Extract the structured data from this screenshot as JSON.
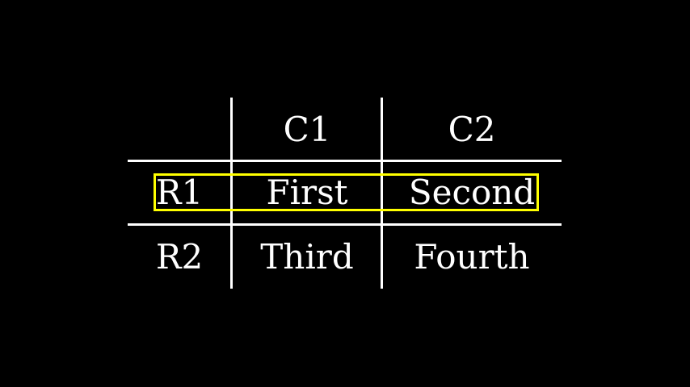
{
  "colors": {
    "background": "#000000",
    "grid_line": "#ffffff",
    "text": "#ffffff",
    "highlight": "#ffff00"
  },
  "chart_data": {
    "type": "table",
    "title": "",
    "col_labels": [
      "C1",
      "C2"
    ],
    "row_labels": [
      "R1",
      "R2"
    ],
    "cells": [
      [
        "First",
        "Second"
      ],
      [
        "Third",
        "Fourth"
      ]
    ],
    "highlight": {
      "row_label": "R1",
      "row_index": 0,
      "color": "#ffff00"
    },
    "layout": {
      "grid": "partial-lines",
      "legend": "none"
    }
  }
}
